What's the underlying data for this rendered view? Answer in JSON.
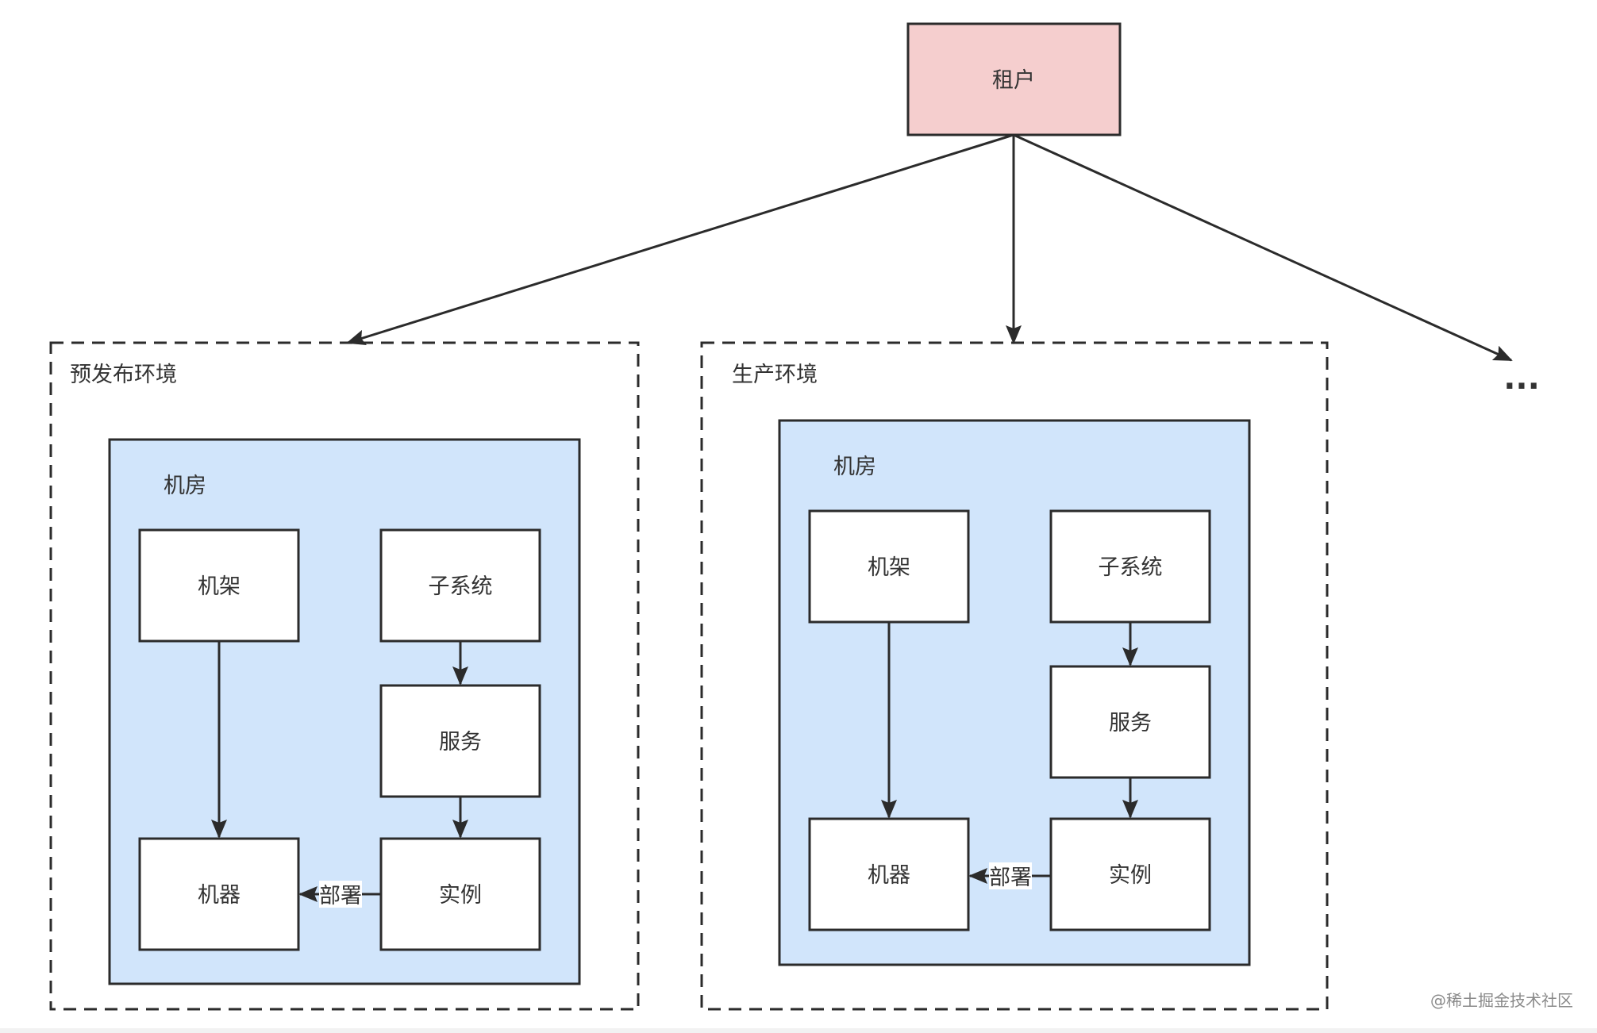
{
  "colors": {
    "tenant_fill": "#f5cece",
    "room_fill": "#d1e5fb",
    "box_fill": "#ffffff",
    "stroke": "#2b2b2b",
    "text": "#333333"
  },
  "tenant": {
    "label": "租户"
  },
  "environments": [
    {
      "label": "预发布环境",
      "room": {
        "label": "机房",
        "rack": "机架",
        "subsystem": "子系统",
        "service": "服务",
        "machine": "机器",
        "instance": "实例",
        "deploy_label": "部署"
      }
    },
    {
      "label": "生产环境",
      "room": {
        "label": "机房",
        "rack": "机架",
        "subsystem": "子系统",
        "service": "服务",
        "machine": "机器",
        "instance": "实例",
        "deploy_label": "部署"
      }
    }
  ],
  "more_indicator": "...",
  "watermark": "@稀土掘金技术社区"
}
